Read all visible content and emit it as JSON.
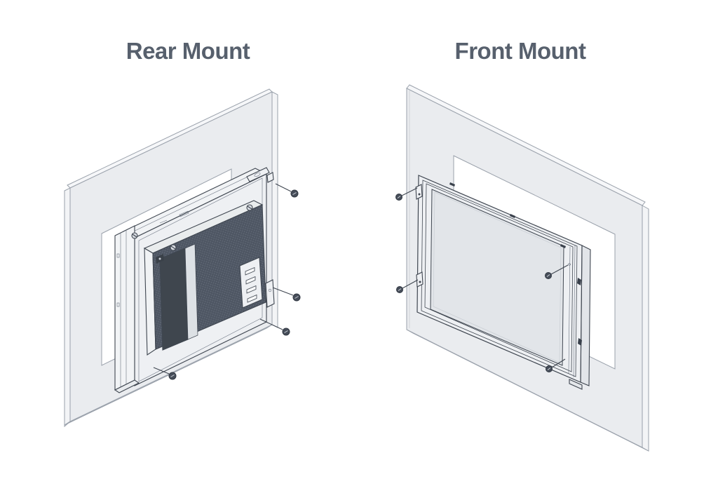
{
  "page": {
    "background": "#ffffff"
  },
  "panels": [
    {
      "id": "rear-mount",
      "title": "Rear Mount",
      "screw_count": 4,
      "parts": [
        "wall panel",
        "wall cutout",
        "panel PC rear chassis",
        "vent bracket",
        "mounting screws"
      ]
    },
    {
      "id": "front-mount",
      "title": "Front Mount",
      "screw_count": 4,
      "parts": [
        "wall panel",
        "wall cutout",
        "display bezel",
        "screen",
        "mounting screws"
      ]
    }
  ],
  "colors": {
    "title": "#57606d",
    "line": "#3f4650",
    "wall_line": "#9aa1ab",
    "wall_face": "#eaecef",
    "wall_side": "#f3f4f6",
    "wall_top": "#f6f7f9",
    "wall_bottom": "#e6e9ec",
    "cutout": "#ffffff",
    "metal_light": "#eef0f3",
    "metal_mid": "#e4e7ea",
    "mesh_dark": "#4e5663",
    "panel_dark": "#3f464e",
    "screen": "#e2e5e9",
    "screw_dark": "#464d59"
  }
}
